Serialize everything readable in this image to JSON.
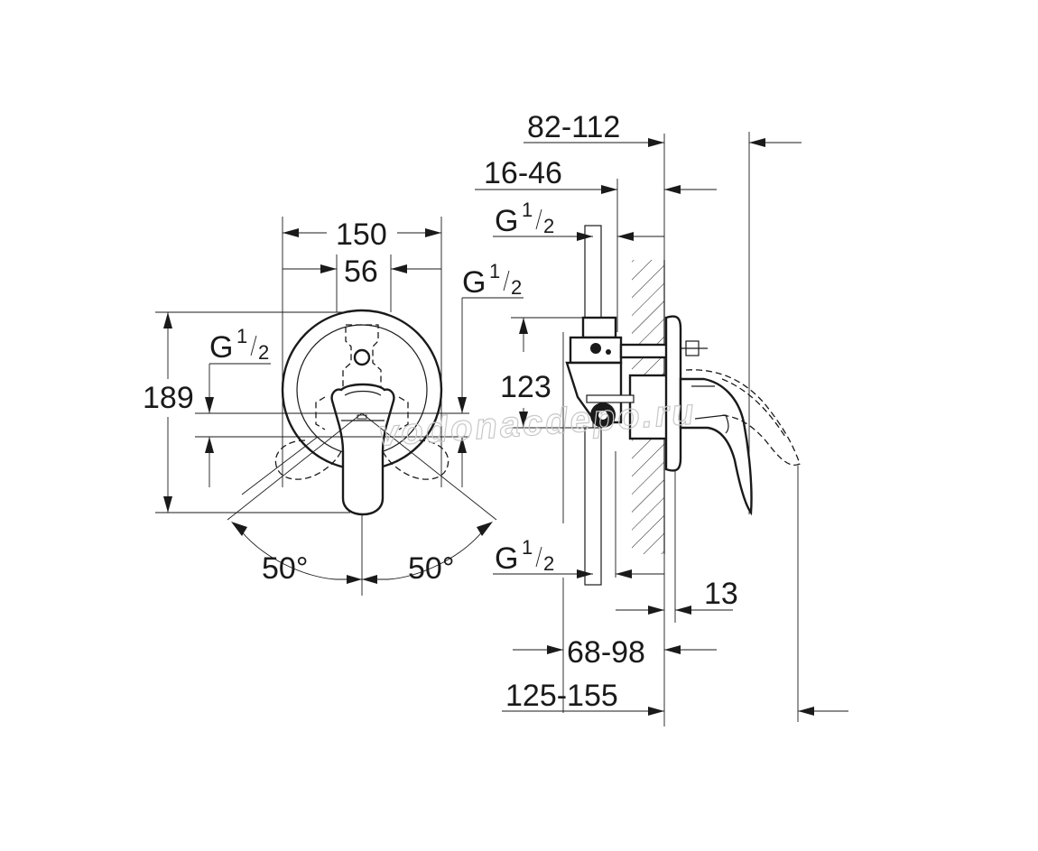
{
  "front_view": {
    "width_overall": "150",
    "width_inner": "56",
    "height_overall": "189",
    "thread_left": {
      "base": "G",
      "num": "1",
      "den": "2"
    },
    "thread_right": {
      "base": "G",
      "num": "1",
      "den": "2"
    },
    "angle_left": "50°",
    "angle_right": "50°"
  },
  "side_view": {
    "depth_total": "82-112",
    "depth_mount": "16-46",
    "thread_top": {
      "base": "G",
      "num": "1",
      "den": "2"
    },
    "thread_bottom": {
      "base": "G",
      "num": "1",
      "den": "2"
    },
    "height_body": "123",
    "plate_offset": "13",
    "depth_body": "68-98",
    "depth_overall": "125-155"
  },
  "watermark": "vodonaсdepo.ru"
}
